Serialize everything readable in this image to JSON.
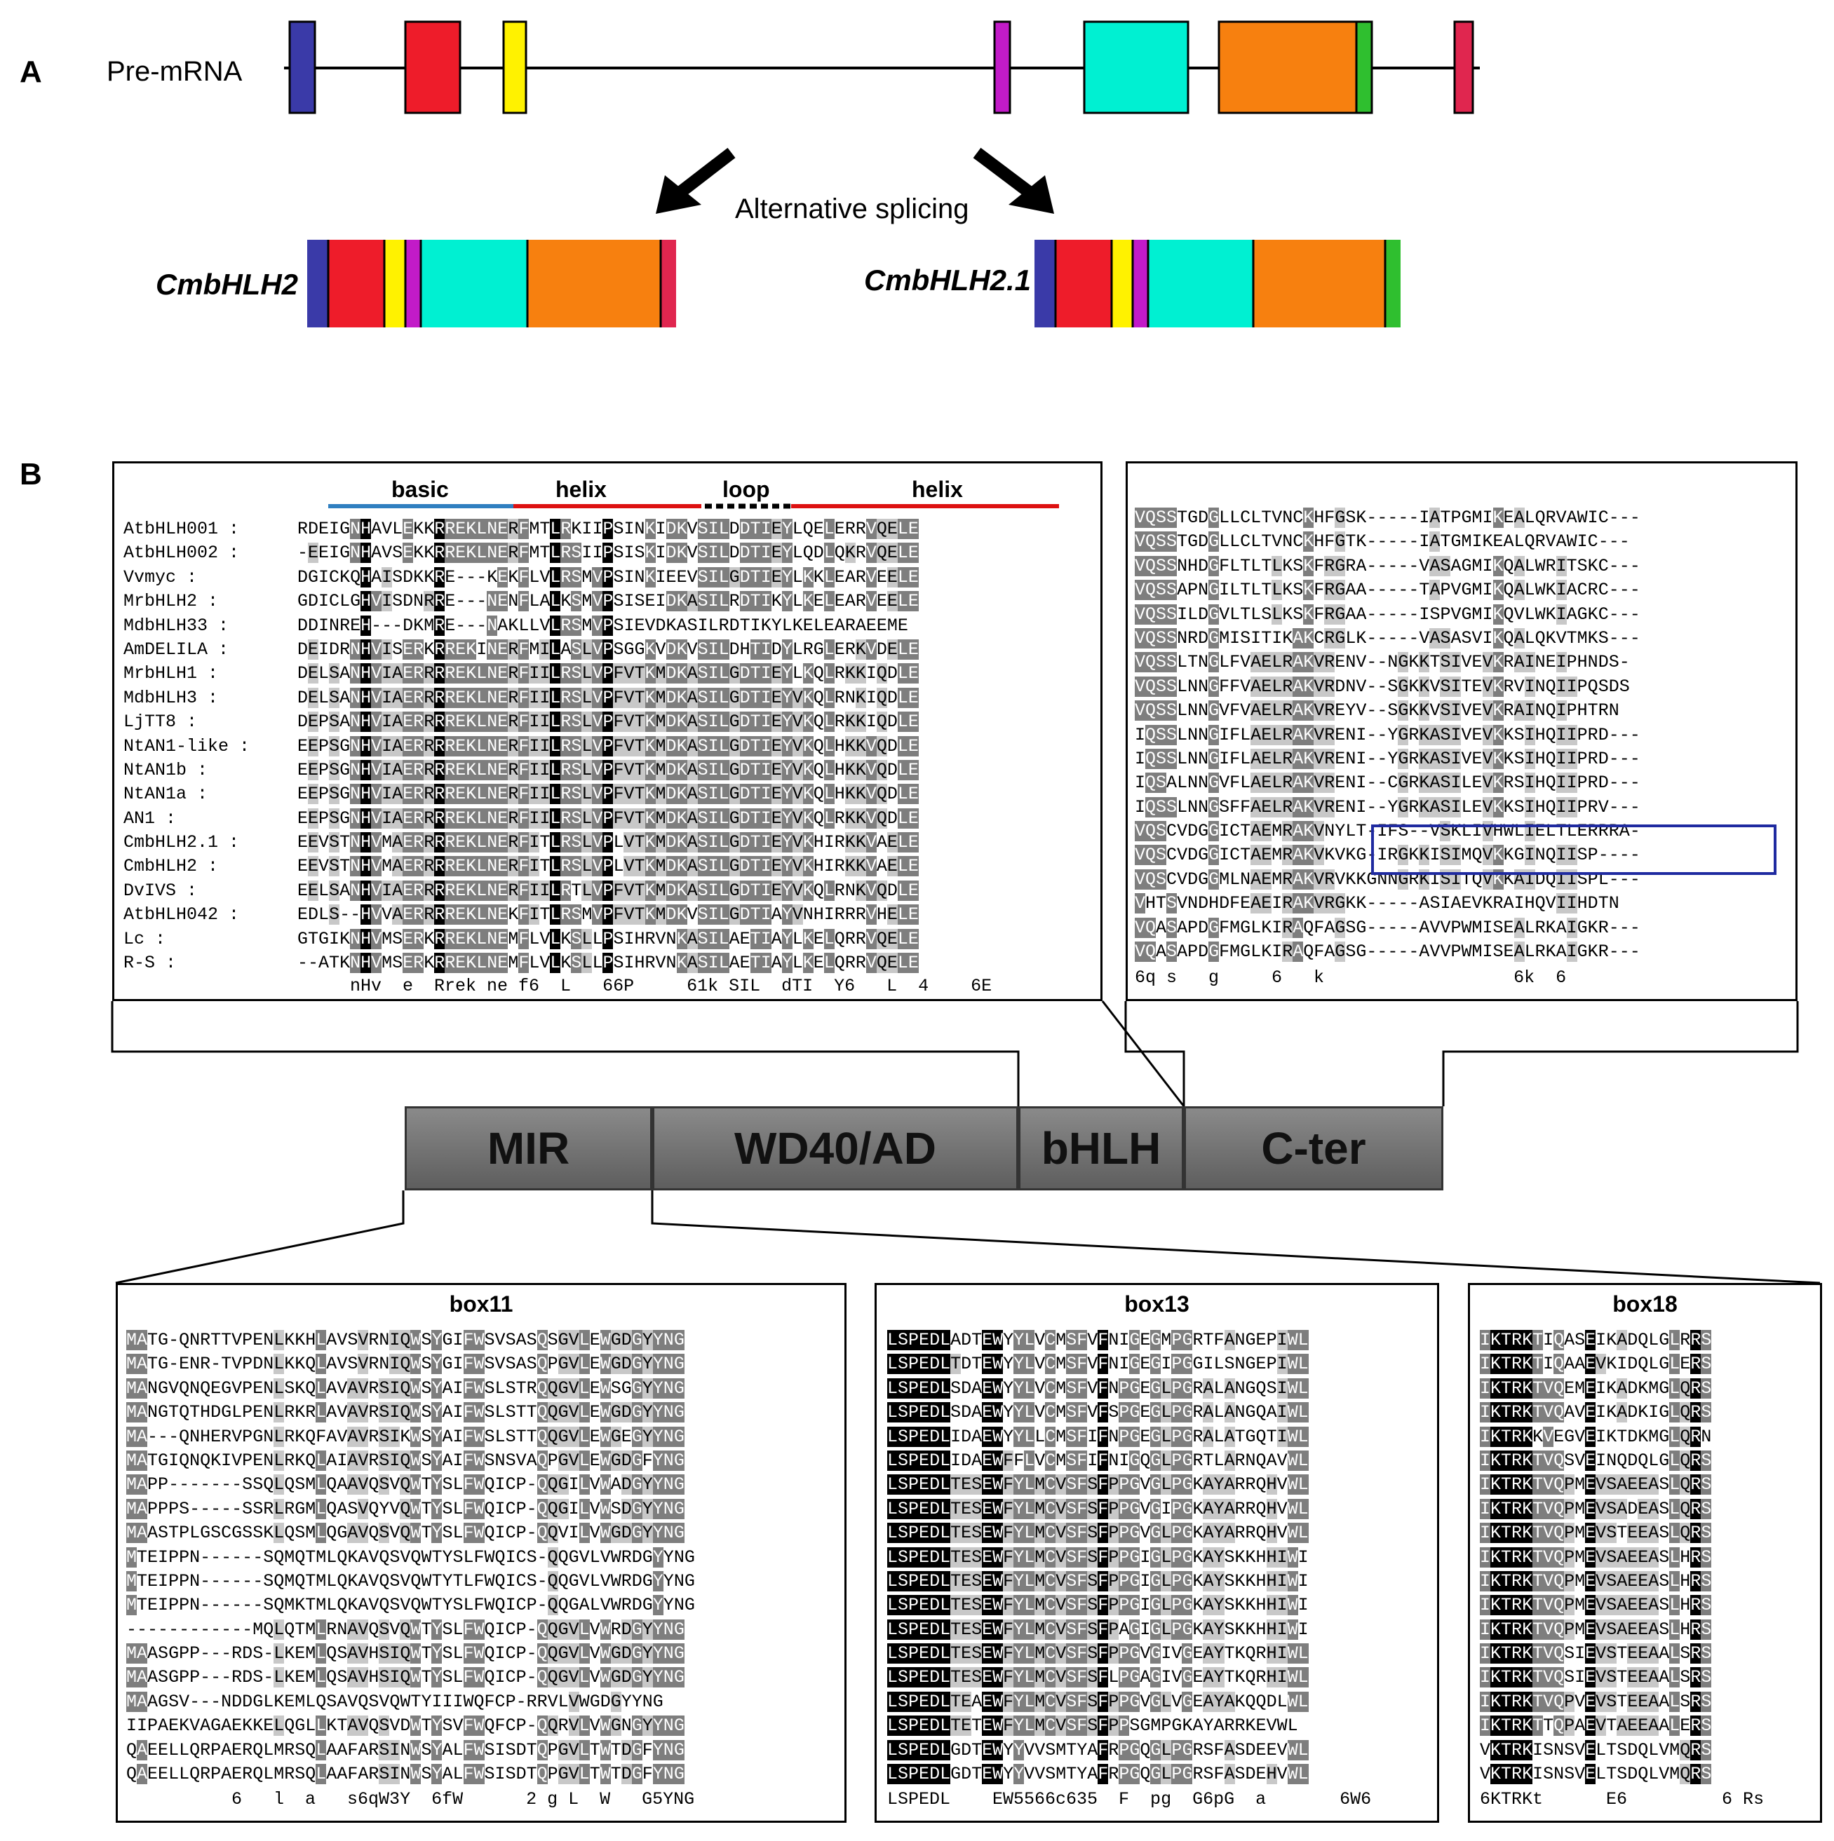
{
  "panels": {
    "a": "A",
    "b": "B"
  },
  "gene_structure": {
    "premrna_label": "Pre-mRNA",
    "splicing_label": "Alternative splicing",
    "isoform1": "CmbHLH2",
    "isoform2": "CmbHLH2.1",
    "exon_colors": [
      "#3a3aa8",
      "#ee1c2a",
      "#fff200",
      "#c21bc8",
      "#00f0d2",
      "#f7800f",
      "#2fbf2f",
      "#e0264f"
    ]
  },
  "domains": {
    "mir": "MIR",
    "wd40": "WD40/AD",
    "bhlh": "bHLH",
    "cter": "C-ter"
  },
  "bhlh_alignment": {
    "labels": {
      "basic": "basic",
      "helix1": "helix",
      "loop": "loop",
      "helix2": "helix"
    },
    "names": [
      "AtbHLH001",
      "AtbHLH002",
      "Vvmyc",
      "MrbHLH2",
      "MdbHLH33",
      "AmDELILA",
      "MrbHLH1",
      "MdbHLH3",
      "LjTT8",
      "NtAN1-like",
      "NtAN1b",
      "NtAN1a",
      "AN1",
      "CmbHLH2.1",
      "CmbHLH2",
      "DvIVS",
      "AtbHLH042",
      "Lc",
      "R-S"
    ],
    "seqs": [
      "RDEIGNHAVLEKKRREKLNERFMTLRKIIPSINKIDKVSILDDTIEYLQELERRVQELE",
      "-EEIGNHAVSEKKRREKLNERFMTLRSIIPSISKIDKVSILDDTIEYLQDLQKRVQELE",
      "DGICKQHAISDKKRE---KEKFLVLRSMVPSINKIEEVSILGDTIEYLKKLEARVEELE",
      "GDICLGHVISDNRRE---NENFLALKSMVPSISEIDKASILRDTIKYLKELEARVEELE",
      "DDINREH---DKMRE---NAKLLVLRSMVPSIEVDKASILRDTIKYLKELEARAEEME",
      "DEIDRNHVISERKRREKINERFMILASLVPSGGKVDKVSILDHTIDYLRGLERKVDELE",
      "DELSANHVIAERRRREKLNERFIILRSLVPFVTKMDKASILGDTIEYLKQLRKKIQDLE",
      "DELSANHVIAERRRREKLNERFIILRSLVPFVTKMDKASILGDTIEYVKQLRNKIQDLE",
      "DEPSANHVIAERRRREKLNERFIILRSLVPFVTKMDKASILGDTIEYVKQLRKKIQDLE",
      "EEPSGNHVIAERRRREKLNERFIILRSLVPFVTKMDKASILGDTIEYVKQLHKKVQDLE",
      "EEPSGNHVIAERRRREKLNERFIILRSLVPFVTKMDKASILGDTIEYVKQLHKKVQDLE",
      "EEPSGNHVIAERRRREKLNERFIILRSLVPFVTKMDKASILGDTIEYVKQLHKKVQDLE",
      "EEPSGNHVIAERRRREKLNERFIILRSLVPFVTKMDKASILGDTIEYVKQLRKKVQDLE",
      "EEVSTNHVMAERRRREKLNERFITLRSLVPLVTKMDKASILGDTIEYVKHIRKKVAELE",
      "EEVSTNHVMAERRRREKLNERFITLRSLVPLVTKMDKASILGDTIEYVKHIRKKVAELE",
      "EELSANHVIAERRRREKLNERFIILRTLVPFVTKMDKASILGDTIEYVKQLRNKVQDLE",
      "EDLS--HVVAERRRREKLNEKFITLRSMVPFVTKMDKVSILGDTIAYVNHIRRRVHELE",
      "GTGIKNHVMSERKRREKLNEMFLVLKSLLPSIHRVNKASILAETIAYLKELQRRVQELE",
      "--ATKNHVMSERKRREKLNEMFLVLKSLLPSIHRVNKASILAETIAYLKELQRRVQELE"
    ],
    "consensus": "     nHv  e  Rrek ne f6  L   66P     61k SIL  dTI  Y6   L  4    6E"
  },
  "cter_alignment": {
    "seqs": [
      "VQSSTGDGLLCLTVNCKHFGSK-----IATPGMIKEALQRVAWIC---",
      "VQSSTGDGLLCLTVNCKHFGTK-----IATGMIKEALQRVAWIC---",
      "VQSSNHDGFLTLTLKSKFRGRA-----VASAGMIKQALWRITSKC---",
      "VQSSAPNGILTLTLKSKFRGAA-----TAPVGMIKQALWKIACRC---",
      "VQSSILDGVLTLSLKSKFRGAA-----ISPVGMIKQVLWKIAGKC---",
      "VQSSNRDGMISITIKAKCRGLK-----VASASVIKQALQKVTMKS---",
      "VQSSLTNGLFVAELRAKVRENV--NGKKTSIVEVKRAINEIPHNDS-",
      "VQSSLNNGFFVAELRAKVRDNV--SGKKVSITEVKRVINQIIPQSDS",
      "VQSSLNNGVFVAELRAKVREYV--SGKKVSIVEVKRAINQIPHTRN",
      "IQSSLNNGIFLAELRAKVRENI--YGRKASIVEVKKSIHQIIPRD---",
      "IQSSLNNGIFLAELRAKVRENI--YGRKASIVEVKKSIHQIIPRD---",
      "IQSALNNGVFLAELRAKVRENI--CGRKASILEVKRSIHQIIPRD---",
      "IQSSLNNGSFFAELRAKVRENI--YGRKASILEVKKSIHQIIPRV---",
      "VQSCVDGGICTAEMRAKVNYLT-IFS--VSKLIVHWLIELTLERRRA-",
      "VQSCVDGGICTAEMRAKVKVKG-IRGKKISIMQVKKGINQIISP----",
      "VQSCVDGGMLNAEMRAKVRVKKGNNGRKISITQVKKAIDQIISPL---",
      "VHTSVNDHDFEAEIRAKVRGKK-----ASIAEVKRAIHQVIIHDTN",
      "VQASAPDGFMGLKIRAQFAGSG-----AVVPWMISEALRKAIGKR---",
      "VQASAPDGFMGLKIRAQFAGSG-----AVVPWMISEALRKAIGKR---"
    ],
    "consensus": "6q s   g     6   k                  6k  6"
  },
  "box11": {
    "title": "box11",
    "seqs": [
      "MATG-QNRTTVPENLKKHLAVSVRNIQWSYGIFWSVSASQSGVLEWGDGYYNG",
      "MATG-ENR-TVPDNLKKQLAVSVRNIQWSYGIFWSVSASQPGVLEWGDGYYNG",
      "MANGVQNQEGVPENLSKQLAVAVRSIQWSYAIFWSLSTRQQGVLEWSGGYYNG",
      "MANGTQTHDGLPENLRKRLAVAVRSIQWSYAIFWSLSTTQQGVLEWGDGYYNG",
      "MA---QNHERVPGNLRKQFAVAVRSIKWSYAIFWSLSTTQQGVLEWGEGYYNG",
      "MATGIQNQKIVPENLRKQLAIAVRSIQWSYAIFWSNSVAQPGVLEWGDGFYNG",
      "MAPP-------SSQLQSMLQAAVQSVQWTYSLFWQICP-QQGILVWADGYYNG",
      "MAPPPS-----SSRLRGMLQASVQYVQWTYSLFWQICP-QQGILVWSDGYYNG",
      "MAASTPLGSCGSSKLQSMLQGAVQSVQWTYSLFWQICP-QQVILVWGDGYYNG",
      "MTEIPPN------SQMQTMLQKAVQSVQWTYSLFWQICS-QQGVLVWRDGYYNG",
      "MTEIPPN------SQMQTMLQKAVQSVQWTYTLFWQICS-QQGVLVWRDGYYNG",
      "MTEIPPN------SQMKTMLQKAVQSVQWTYSLFWQICP-QQGALVWRDGYYNG",
      "------------MQLQTMLRNAVQSVQWTYSLFWQICP-QQGVLVWRDGYYNG",
      "MAASGPP---RDS-LKEMLQSAVHSIQWTYSLFWQICP-QQGVLVWGDGYYNG",
      "MAASGPP---RDS-LKEMLQSAVHSIQWTYSLFWQICP-QQGVLVWGDGYYNG",
      "MAAGSV---NDDGLKEMLQSAVQSVQWTYIIIWQFCP-RRVLVWGDGYYNG",
      "IIPAEKVAGAEKKELQGLLKTAVQSVDWTYSVFWQFCP-QQRVLVWGNGYYNG",
      "QAEELLQRPAERQLMRSQLAAFARSINWSYALFWSISDTQPGVLTWTDGFYNG",
      "QAEELLQRPAERQLMRSQLAAFARSINWSYALFWSISDTQPGVLTWTDGFYNG"
    ],
    "consensus": "          6   l  a   s6qW3Y  6fW      2 g L  W   G5YNG"
  },
  "box13": {
    "title": "box13",
    "seqs": [
      "LSPEDLADTEWYYLVCMSFVFNIGEGMPGRTFANGEPIWL",
      "LSPEDLTDTEWYYLVCMSFVFNIGEGIPGGILSNGEPIWL",
      "LSPEDLSDAEWYYLVCMSFVFNPGEGLPGRALANGQSIWL",
      "LSPEDLSDAEWYYLVCMSFVFSPGEGLPGRALANGQAIWL",
      "LSPEDLIDAEWYYLLCMSFIFNPGEGLPGRALATGQTIWL",
      "LSPEDLIDAEWFFLVCMSFIFNIGQGLPGRTLARNQAVWL",
      "LSPEDLTESEWFYLMCVSFSFPPGVGLPGKAYARRQHVWL",
      "LSPEDLTESEWFYLMCVSFSFPPGVGIPGKAYARRQHVWL",
      "LSPEDLTESEWFYLMCVSFSFPPGVGLPGKAYARRQHVWL",
      "LSPEDLTESEWFYLMCVSFSFPPGIGLPGKAYSKKHHIWI",
      "LSPEDLTESEWFYLMCVSFSFPPGIGLPGKAYSKKHHIWI",
      "LSPEDLTESEWFYLMCVSFSFPPGIGLPGKAYSKKHHIWI",
      "LSPEDLTESEWFYLMCVSFSFPAGIGLPGKAYSKKHHIWI",
      "LSPEDLTESEWFYLMCVSFSFPPGVGIVGEAYTKQRHIWL",
      "LSPEDLTESEWFYLMCVSFSFLPGAGIVGEAYTKQRHIWL",
      "LSPEDLTEAEWFYLMCVSFSFPPGVGLVGEAYAKQQDLWL",
      "LSPEDLTETEWFYLMCVSFSFPPSGMPGKAYARRKEVWL",
      "LSPEDLGDTEWYYVVSMTYAFRPGQGLPGRSFASDEEVWL",
      "LSPEDLGDTEWYYVVSMTYAFRPGQGLPGRSFASDEHVWL"
    ],
    "consensus": "LSPEDL    EW5566c635  F  pg  G6pG  a       6W6"
  },
  "box18": {
    "title": "box18",
    "seqs": [
      "IKTRKTIQASEIKADQLGLRRS",
      "IKTRKTIQAAEVKIDQLGLERS",
      "IKTRKTVQEMEIKADKMGLQRS",
      "IKTRKTVQAVEIKADKIGLQRS",
      "IKTRKKVEGVEIKTDKMGLQRN",
      "IKTRKTVQSVEINQDQLGLQRS",
      "IKTRKTVQPMEVSAEEASLQRS",
      "IKTRKTVQPMEVSADEASLQRS",
      "IKTRKTVQPMEVSTEEASLQRS",
      "IKTRKTVQPMEVSAEEASLHRS",
      "IKTRKTVQPMEVSAEEASLHRS",
      "IKTRKTVQPMEVSAEEASLHRS",
      "IKTRKTVQPMEVSAEEASLHRS",
      "IKTRKTVQSIEVSTEEAALSRS",
      "IKTRKTVQSIEVSTEEAALSRS",
      "IKTRKTVQPVEVSTEEAALSRS",
      "IKTRKTTQPAEVTAEEAALERS",
      "VKTRKISNSVELTSDQLVMQRS",
      "VKTRKISNSVELTSDQLVMQRS"
    ],
    "consensus": "6KTRKt      E6         6 Rs"
  }
}
